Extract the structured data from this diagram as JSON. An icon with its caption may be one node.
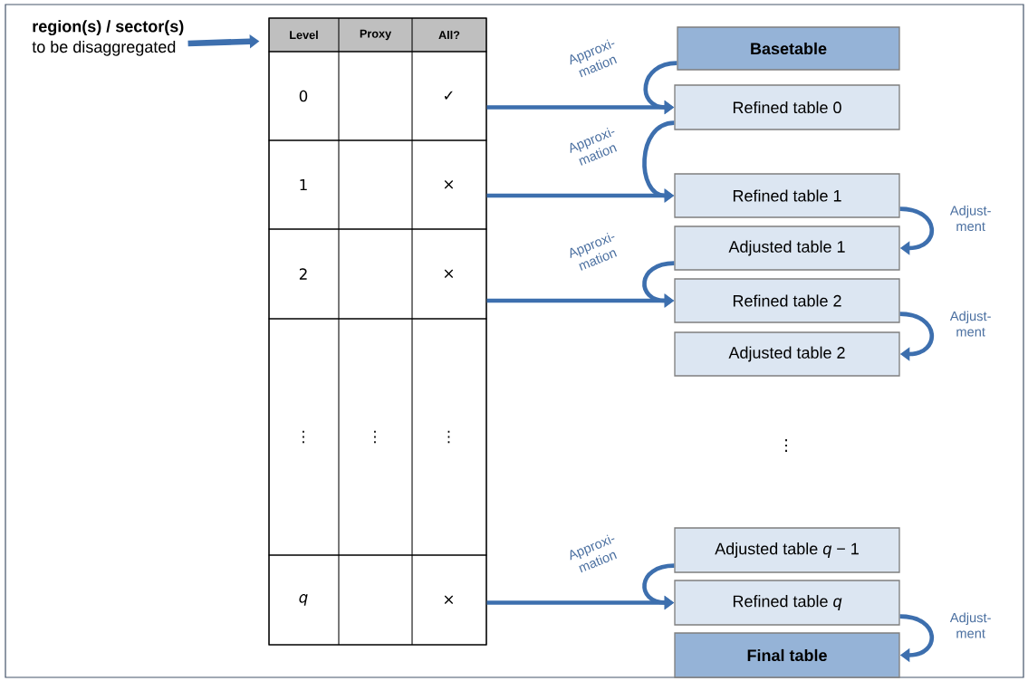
{
  "diagram": {
    "nodes": [
      {
        "text": [
          "region(s) / sector(s)",
          "to be disaggregated"
        ]
      },
      {
        "text": [
          "Level",
          "Proxy",
          "All?"
        ]
      },
      {
        "text": [
          "0",
          "✓"
        ],
        "in": 1
      },
      {
        "text": [
          "1",
          "×"
        ],
        "in": 1
      },
      {
        "text": [
          "2",
          "×"
        ],
        "in": 1
      },
      {
        "text": [
          "⋮",
          "⋮",
          "⋮"
        ],
        "in": 1
      },
      {
        "text": [
          "*q*",
          "×"
        ],
        "in": 1
      },
      {
        "text": [
          "Basetable"
        ]
      },
      {
        "text": [
          "Refined table 0"
        ]
      },
      {
        "text": [
          "Refined table 1"
        ]
      },
      {
        "text": [
          "Adjusted table 1"
        ]
      },
      {
        "text": [
          "Refined table 2"
        ]
      },
      {
        "text": [
          "Adjusted table 2"
        ]
      },
      {
        "text": [
          "Adjusted table *q* − 1"
        ]
      },
      {
        "text": [
          "Refined table *q*"
        ]
      },
      {
        "text": [
          "Final table"
        ]
      }
    ],
    "edges": [
      {
        "from": 0,
        "to": 1,
        "arrow": "to"
      },
      {
        "from": 2,
        "to": 8,
        "arrow": "to"
      },
      {
        "from": 3,
        "to": 9,
        "arrow": "to"
      },
      {
        "from": 4,
        "to": 11,
        "arrow": "to"
      },
      {
        "from": 6,
        "to": 14,
        "arrow": "to"
      },
      {
        "from": 7,
        "to": 8,
        "arrow": "to",
        "label": "Approxi- mation"
      },
      {
        "from": 8,
        "to": 9,
        "arrow": "to",
        "label": "Approxi- mation"
      },
      {
        "from": 10,
        "to": 11,
        "arrow": "to",
        "label": "Approxi- mation"
      },
      {
        "from": 13,
        "to": 14,
        "arrow": "to",
        "label": "Approxi- mation"
      },
      {
        "from": 9,
        "to": 10,
        "arrow": "to",
        "label": "Adjust- ment"
      },
      {
        "from": 11,
        "to": 12,
        "arrow": "to",
        "label": "Adjust- ment"
      },
      {
        "from": 14,
        "to": 15,
        "arrow": "to",
        "label": "Adjust- ment"
      }
    ],
    "labels": [
      "⋮"
    ]
  }
}
